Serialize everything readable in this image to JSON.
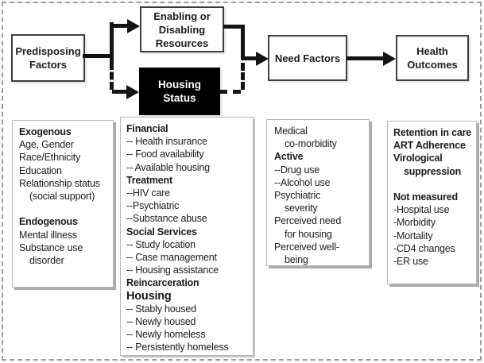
{
  "figure": {
    "boxes": {
      "predisposing": {
        "label": "Predisposing\nFactors"
      },
      "enabling": {
        "label": "Enabling or\nDisabling\nResources"
      },
      "housing": {
        "label": "Housing\nStatus"
      },
      "need": {
        "label": "Need Factors"
      },
      "health": {
        "label": "Health\nOutcomes"
      }
    },
    "colors": {
      "housing_box_fill": "#000000",
      "housing_box_text": "#ffffff",
      "connector_line": "#141414",
      "box_border": "#3f3f3f",
      "outer_dashed_border": "#9b9b9b",
      "panel_shadow": "#ababab"
    }
  },
  "panels": {
    "predisposing_details": {
      "lines": [
        {
          "text": "Exogenous",
          "bold": true
        },
        {
          "text": "Age, Gender"
        },
        {
          "text": "Race/Ethnicity"
        },
        {
          "text": "Education"
        },
        {
          "text": "Relationship status"
        },
        {
          "text": "(social support)",
          "indent": true
        },
        {
          "text": ""
        },
        {
          "text": "Endogenous",
          "bold": true
        },
        {
          "text": "Mental illness"
        },
        {
          "text": "Substance use"
        },
        {
          "text": "disorder",
          "indent": true
        }
      ]
    },
    "resources_details": {
      "lines": [
        {
          "text": "Financial",
          "bold": true
        },
        {
          "text": "-- Health insurance"
        },
        {
          "text": "-- Food availability"
        },
        {
          "text": "-- Available housing"
        },
        {
          "text": "Treatment",
          "bold": true
        },
        {
          "text": "--HIV care"
        },
        {
          "text": "--Psychiatric"
        },
        {
          "text": "--Substance abuse"
        },
        {
          "text": "Social Services",
          "bold": true
        },
        {
          "text": "-- Study location"
        },
        {
          "text": "-- Case management"
        },
        {
          "text": "-- Housing assistance"
        },
        {
          "text": "Reincarceration",
          "bold": true
        },
        {
          "text": "Housing",
          "big": true
        },
        {
          "text": "-- Stably housed"
        },
        {
          "text": "-- Newly housed"
        },
        {
          "text": "-- Newly homeless"
        },
        {
          "text": "-- Persistently homeless"
        }
      ]
    },
    "need_details": {
      "lines": [
        {
          "text": "Medical"
        },
        {
          "text": "co-morbidity",
          "indent": true
        },
        {
          "text": "Active",
          "bold": true
        },
        {
          "text": "--Drug use"
        },
        {
          "text": "--Alcohol use"
        },
        {
          "text": "Psychiatric"
        },
        {
          "text": "severity",
          "indent": true
        },
        {
          "text": "Perceived need"
        },
        {
          "text": "for housing",
          "indent": true
        },
        {
          "text": "Perceived well-"
        },
        {
          "text": "being",
          "indent": true
        }
      ]
    },
    "outcomes_details": {
      "lines": [
        {
          "text": "Retention in care",
          "bold": true
        },
        {
          "text": "ART Adherence",
          "bold": true
        },
        {
          "text": "Virological",
          "bold": true
        },
        {
          "text": "suppression",
          "bold": true,
          "indent": true
        },
        {
          "text": ""
        },
        {
          "text": "Not measured",
          "bold": true
        },
        {
          "text": "-Hospital use"
        },
        {
          "text": "-Morbidity"
        },
        {
          "text": "-Mortality"
        },
        {
          "text": "-CD4 changes"
        },
        {
          "text": "-ER use"
        }
      ]
    }
  }
}
